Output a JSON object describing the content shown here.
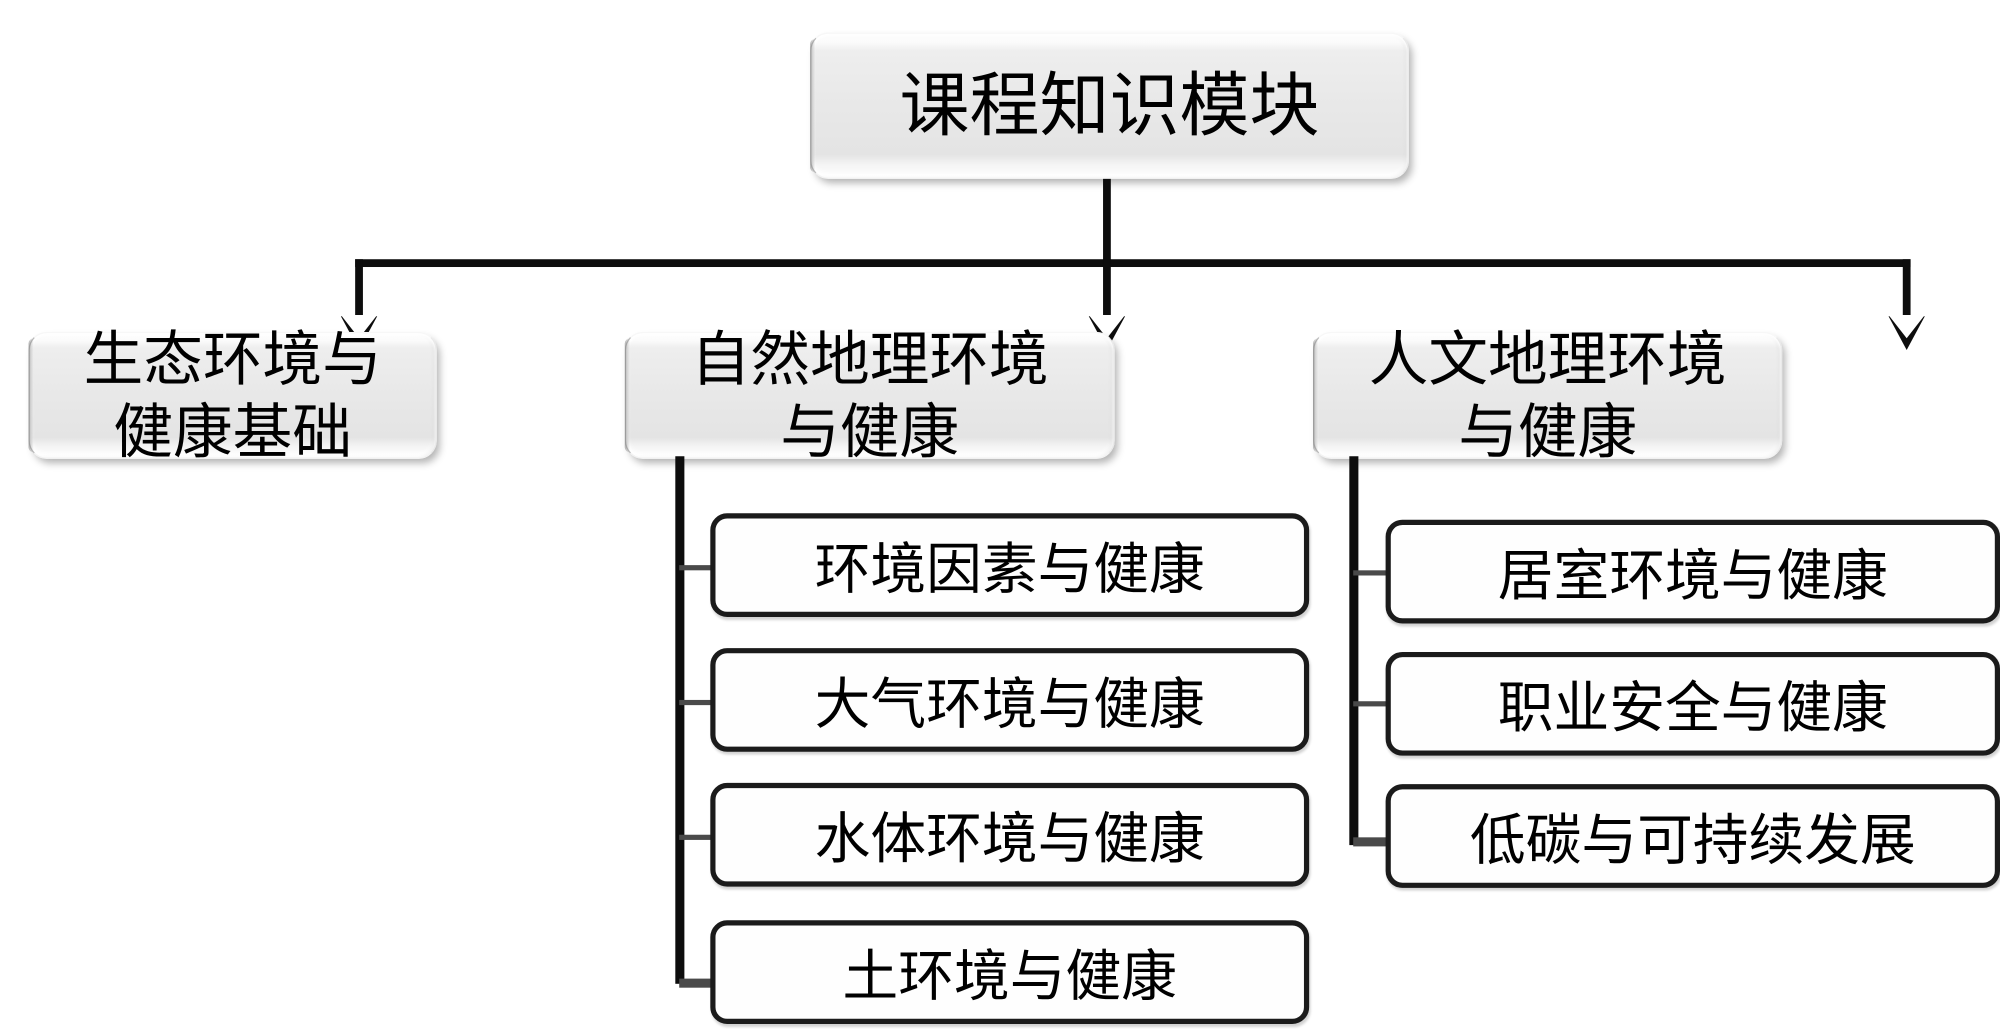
{
  "diagram": {
    "type": "tree",
    "title": "课程知识模块",
    "root": {
      "label": "课程知识模块"
    },
    "branches": [
      {
        "label": "生态环境与\n健康基础",
        "children": []
      },
      {
        "label": "自然地理环境\n与健康",
        "children": [
          {
            "label": "环境因素与健康"
          },
          {
            "label": "大气环境与健康"
          },
          {
            "label": "水体环境与健康"
          },
          {
            "label": "土环境与健康"
          }
        ]
      },
      {
        "label": "人文地理环境\n与健康",
        "children": [
          {
            "label": "居室环境与健康"
          },
          {
            "label": "职业安全与健康"
          },
          {
            "label": "低碳与可持续发展"
          }
        ]
      }
    ],
    "colors": {
      "box_fill": "#e8e8e8",
      "box_highlight": "#fefefe",
      "leaf_fill": "#fefefe",
      "line": "#0d0d0d",
      "stub": "#4a4a4a",
      "text": "#000000"
    }
  }
}
